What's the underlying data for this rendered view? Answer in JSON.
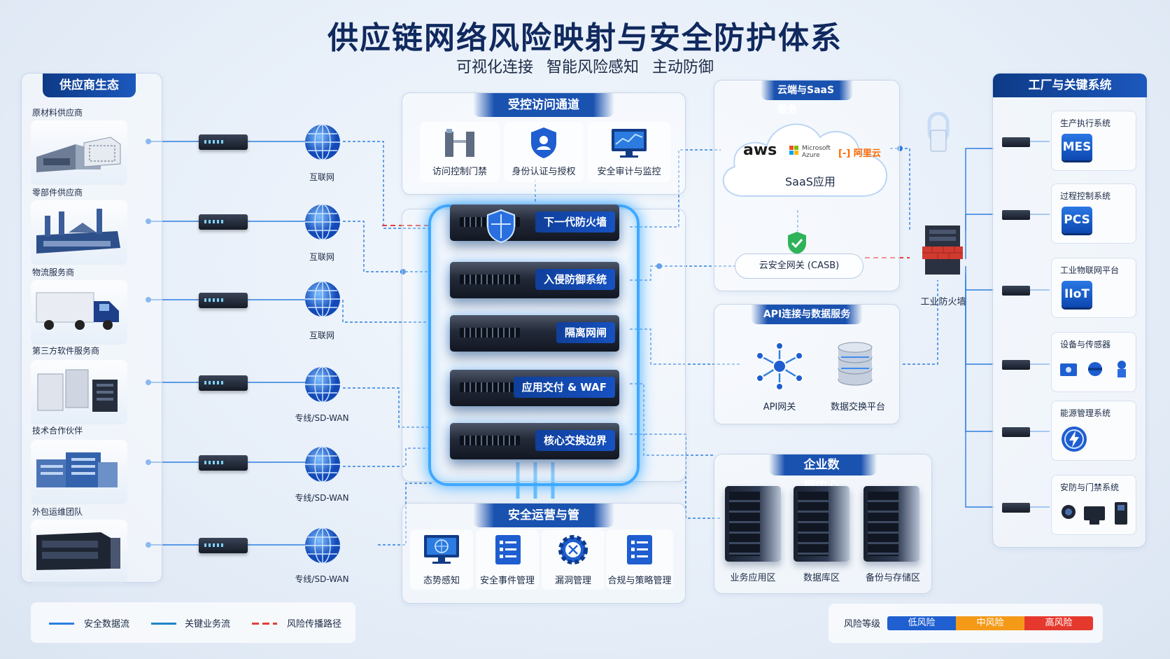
{
  "title": "供应链网络风险映射与安全防护体系",
  "subtitle": "可视化连接  智能风险感知  主动防御",
  "suppliers": {
    "heading": "供应商生态",
    "items": [
      {
        "label": "原材料供应商",
        "link": "互联网"
      },
      {
        "label": "零部件供应商",
        "link": "互联网"
      },
      {
        "label": "物流服务商",
        "link": "互联网"
      },
      {
        "label": "第三方软件服务商",
        "link": "专线/SD-WAN"
      },
      {
        "label": "技术合作伙伴",
        "link": "专线/SD-WAN"
      },
      {
        "label": "外包运维团队",
        "link": "专线/SD-WAN"
      }
    ]
  },
  "access": {
    "heading": "受控访问通道",
    "items": [
      "访问控制门禁",
      "身份认证与授权",
      "安全审计与监控"
    ]
  },
  "stack": [
    "下一代防火墙",
    "入侵防御系统",
    "隔离网闸",
    "应用交付 & WAF",
    "核心交换边界"
  ],
  "ops": {
    "heading": "安全运营与管理",
    "items": [
      "态势感知",
      "安全事件管理",
      "漏洞管理",
      "合规与策略管理"
    ]
  },
  "cloud": {
    "heading": "云端与SaaS服务",
    "vendors": [
      "aws",
      "Microsoft Azure",
      "阿里云"
    ],
    "vendor_ms_1": "Microsoft",
    "vendor_ms_2": "Azure",
    "saas": "SaaS应用",
    "casb": "云安全网关 (CASB)"
  },
  "api": {
    "heading": "API连接与数据服务",
    "items": [
      "API网关",
      "数据交换平台"
    ]
  },
  "datacenter": {
    "heading": "企业数据中心",
    "items": [
      "业务应用区",
      "数据库区",
      "备份与存储区"
    ]
  },
  "industrial_firewall": "工业防火墙",
  "factory": {
    "heading": "工厂与关键系统",
    "items": [
      {
        "label": "生产执行系统",
        "badge": "MES"
      },
      {
        "label": "过程控制系统",
        "badge": "PCS"
      },
      {
        "label": "工业物联网平台",
        "badge": "IIoT"
      },
      {
        "label": "设备与传感器",
        "badge": ""
      },
      {
        "label": "能源管理系统",
        "badge": ""
      },
      {
        "label": "安防与门禁系统",
        "badge": ""
      }
    ]
  },
  "legend": {
    "items": [
      {
        "label": "安全数据流",
        "color": "#2c7fe0"
      },
      {
        "label": "关键业务流",
        "color": "#1f86c7"
      },
      {
        "label": "风险传播路径",
        "color": "#e0403a"
      }
    ]
  },
  "risk": {
    "label": "风险等级",
    "levels": [
      {
        "label": "低风险",
        "color": "#1f5fd0"
      },
      {
        "label": "中风险",
        "color": "#f59a18"
      },
      {
        "label": "高风险",
        "color": "#e6392e"
      }
    ]
  }
}
